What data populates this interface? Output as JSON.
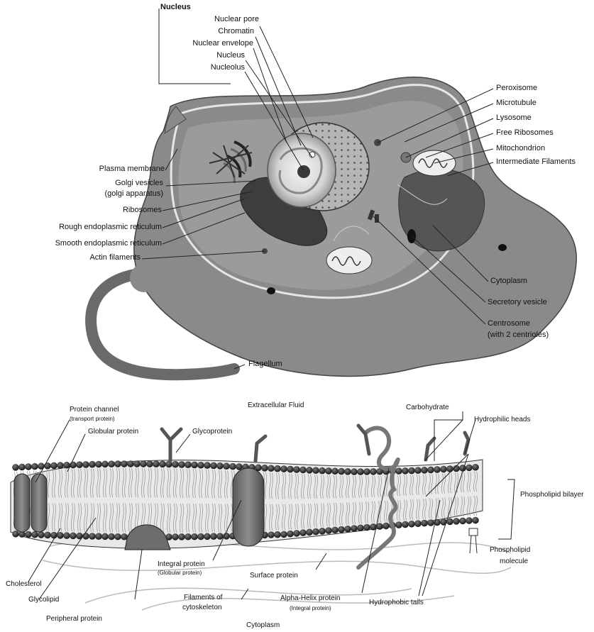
{
  "cell": {
    "nucleus_group": {
      "heading": "Nucleus",
      "items": [
        "Nuclear pore",
        "Chromatin",
        "Nuclear envelope",
        "Nucleus",
        "Nucleolus"
      ]
    },
    "left_labels": {
      "plasma_membrane": "Plasma membrane",
      "golgi_line1": "Golgi vesicles",
      "golgi_line2": "(golgi apparatus)",
      "ribosomes": "Ribosomes",
      "rough_er": "Rough endoplasmic reticulum",
      "smooth_er": "Smooth endoplasmic reticulum",
      "actin": "Actin filaments"
    },
    "right_labels": {
      "peroxisome": "Peroxisome",
      "microtubule": "Microtubule",
      "lysosome": "Lysosome",
      "free_ribosomes": "Free Ribosomes",
      "mitochondrion": "Mitochondrion",
      "intermediate_filaments": "Intermediate Filaments",
      "cytoplasm": "Cytoplasm",
      "secretory_vesicle": "Secretory vesicle",
      "centrosome_line1": "Centrosome",
      "centrosome_line2": "(with 2 centrioles)"
    },
    "flagellum": "Flagellum"
  },
  "membrane": {
    "extracellular": "Extracellular Fluid",
    "cytoplasm": "Cytoplasm",
    "protein_channel_line1": "Protein channel",
    "protein_channel_line2": "(transport protein)",
    "globular_protein": "Globular protein",
    "glycoprotein": "Glycoprotein",
    "carbohydrate": "Carbohydrate",
    "hydrophilic_heads": "Hydrophilic heads",
    "phospholipid_bilayer": "Phospholipid bilayer",
    "phospholipid_molecule_line1": "Phospholipid",
    "phospholipid_molecule_line2": "molecule",
    "cholesterol": "Cholesterol",
    "glycolipid": "Glycolipid",
    "peripheral_protein": "Peripheral protein",
    "integral_protein_line1": "Integral protein",
    "integral_protein_line2": "(Globular protein)",
    "surface_protein": "Surface protein",
    "filaments_line1": "Filaments of",
    "filaments_line2": "cytoskeleton",
    "alpha_helix_line1": "Alpha-Helix protein",
    "alpha_helix_line2": "(Integral protein)",
    "hydrophobic_tails": "Hydrophobic tails"
  },
  "colors": {
    "cell_body": "#8a8a8a",
    "cell_outer": "#6e6e6e",
    "membrane_light": "#d9d9d9",
    "organelle_dark": "#3d3d3d",
    "nucleus_light": "#e6e6e6",
    "head_dark": "#2b2b2b",
    "tail_light": "#f2f2f2"
  }
}
